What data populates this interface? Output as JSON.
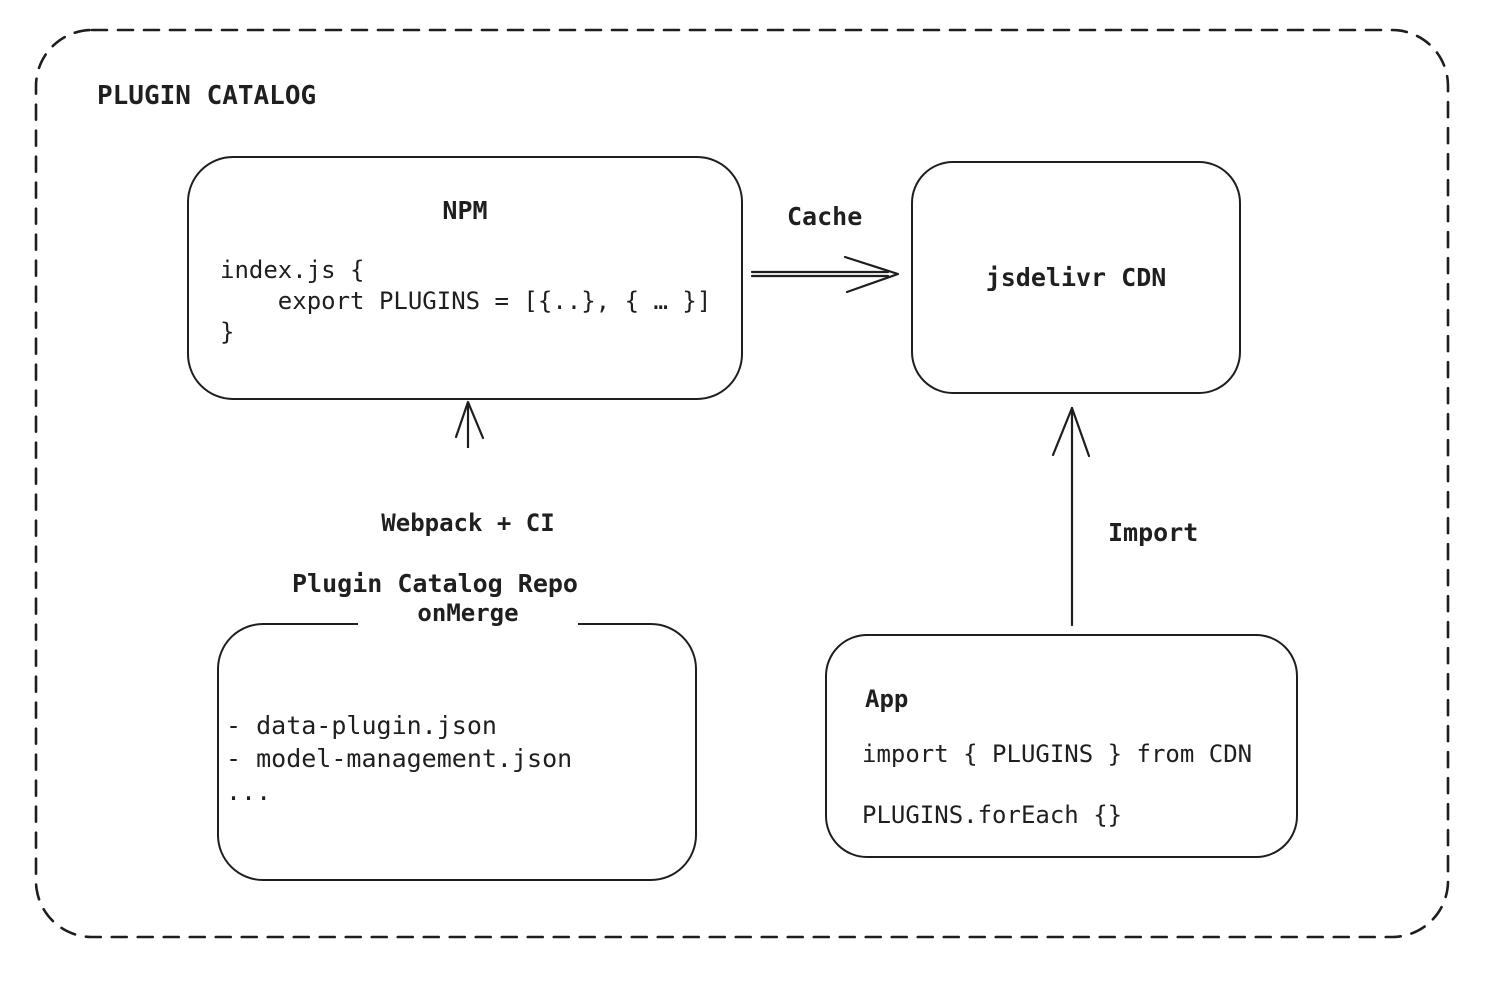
{
  "diagram": {
    "title": "PLUGIN CATALOG",
    "colors": {
      "stroke": "#1e1e1e",
      "background": "#ffffff",
      "text": "#1f1f1f"
    },
    "boxes": {
      "npm": {
        "title": "NPM",
        "code": [
          "index.js {",
          "    export PLUGINS = [{..}, { … }]",
          "}"
        ]
      },
      "cdn": {
        "label": "jsdelivr CDN"
      },
      "repo": {
        "title": "Plugin Catalog Repo",
        "items": [
          "- data-plugin.json",
          "- model-management.json",
          "..."
        ]
      },
      "app": {
        "title": "App",
        "code": [
          "import { PLUGINS } from CDN",
          "PLUGINS.forEach {}"
        ]
      }
    },
    "arrows": {
      "cache": {
        "label": "Cache",
        "from": "NPM",
        "to": "jsdelivr CDN"
      },
      "build": {
        "label_line1": "Webpack + CI",
        "label_line2": "onMerge",
        "from": "Plugin Catalog Repo",
        "to": "NPM"
      },
      "import": {
        "label": "Import",
        "from": "App",
        "to": "jsdelivr CDN"
      }
    }
  }
}
